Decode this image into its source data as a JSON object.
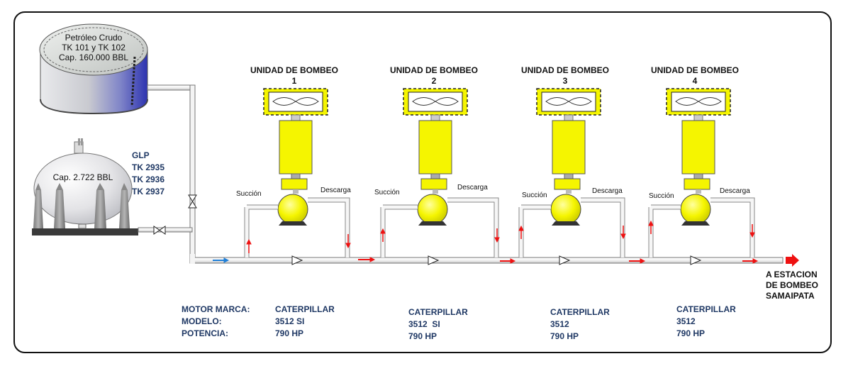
{
  "tanks": {
    "crude": {
      "line1": "Petróleo Crudo",
      "line2": "TK 101 y TK 102",
      "line3": "Cap. 160.000 BBL"
    },
    "glp": {
      "capacity": "Cap. 2.722 BBL",
      "label": "GLP",
      "tk1": "TK 2935",
      "tk2": "TK 2936",
      "tk3": "TK 2937"
    }
  },
  "units": [
    {
      "title": "UNIDAD DE BOMBEO",
      "number": "1"
    },
    {
      "title": "UNIDAD DE BOMBEO",
      "number": "2"
    },
    {
      "title": "UNIDAD DE BOMBEO",
      "number": "3"
    },
    {
      "title": "UNIDAD DE BOMBEO",
      "number": "4"
    }
  ],
  "flow_labels": {
    "suction": "Succión",
    "discharge": "Descarga"
  },
  "destination": {
    "line1": "A ESTACION",
    "line2": "DE BOMBEO",
    "line3": "SAMAIPATA"
  },
  "specs": {
    "headers": {
      "brand": "MOTOR MARCA:",
      "model": "MODELO:",
      "power": "POTENCIA:"
    },
    "engines": [
      {
        "brand": "CATERPILLAR",
        "model": "3512 SI",
        "power": "790 HP"
      },
      {
        "brand": "CATERPILLAR",
        "model": "3512  SI",
        "power": "790 HP"
      },
      {
        "brand": "CATERPILLAR",
        "model": "3512",
        "power": "790 HP"
      },
      {
        "brand": "CATERPILLAR",
        "model": "3512",
        "power": "790 HP"
      }
    ]
  },
  "colors": {
    "pump_yellow": "#f5f500",
    "flow_red": "#ee1111",
    "flow_blue": "#1f7fd8",
    "text_navy": "#1f3864",
    "tank_blue": "#3b3fb8"
  }
}
